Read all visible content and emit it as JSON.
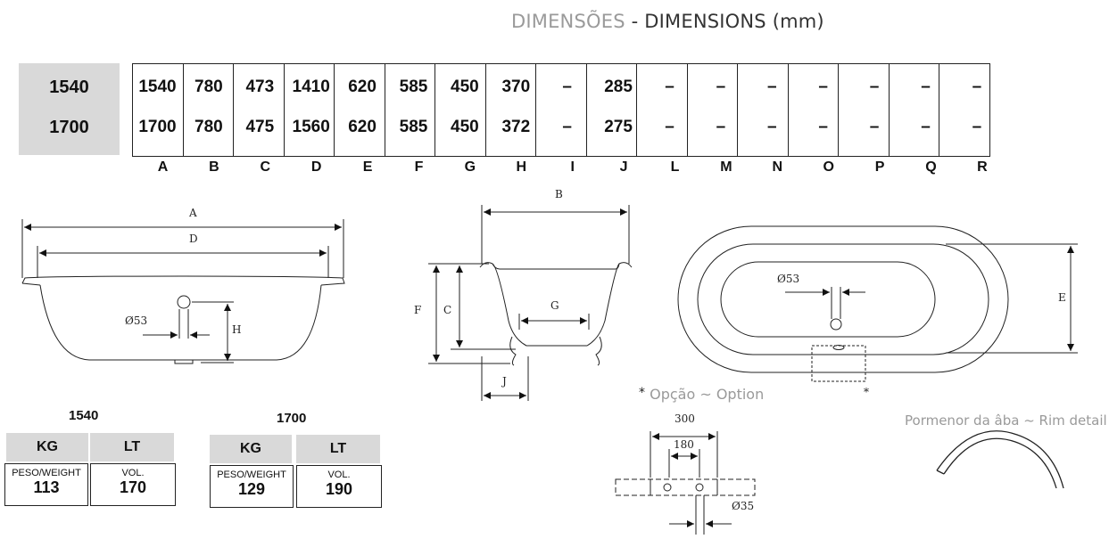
{
  "header": {
    "title_pt": "DIMENSÕES",
    "separator": "-",
    "title_en": "DIMENSIONS (mm)"
  },
  "models": [
    "1540",
    "1700"
  ],
  "columns": [
    "A",
    "B",
    "C",
    "D",
    "E",
    "F",
    "G",
    "H",
    "I",
    "J",
    "L",
    "M",
    "N",
    "O",
    "P",
    "Q",
    "R"
  ],
  "rows": [
    [
      "1540",
      "780",
      "473",
      "1410",
      "620",
      "585",
      "450",
      "370",
      "–",
      "285",
      "–",
      "–",
      "–",
      "–",
      "–",
      "–",
      "–"
    ],
    [
      "1700",
      "780",
      "475",
      "1560",
      "620",
      "585",
      "450",
      "372",
      "–",
      "275",
      "–",
      "–",
      "–",
      "–",
      "–",
      "–",
      "–"
    ]
  ],
  "drawing_labels": {
    "side_A": "A",
    "side_D": "D",
    "side_drain": "Ø53",
    "side_H": "H",
    "front_B": "B",
    "front_F": "F",
    "front_C": "C",
    "front_G": "G",
    "front_J": "J",
    "top_drain": "Ø53",
    "top_E": "E",
    "top_star": "*",
    "detail_300": "300",
    "detail_180": "180",
    "detail_35": "Ø35"
  },
  "weights": [
    {
      "model": "1540",
      "kg_head": "KG",
      "lt_head": "LT",
      "weight_label": "PESO/WEIGHT",
      "weight": "113",
      "vol_label": "VOL.",
      "vol": "170"
    },
    {
      "model": "1700",
      "kg_head": "KG",
      "lt_head": "LT",
      "weight_label": "PESO/WEIGHT",
      "weight": "129",
      "vol_label": "VOL.",
      "vol": "190"
    }
  ],
  "option": {
    "star": "*",
    "text": "Opção ~ Option"
  },
  "rim": {
    "text": "Pormenor da âba ~ Rim detail"
  }
}
